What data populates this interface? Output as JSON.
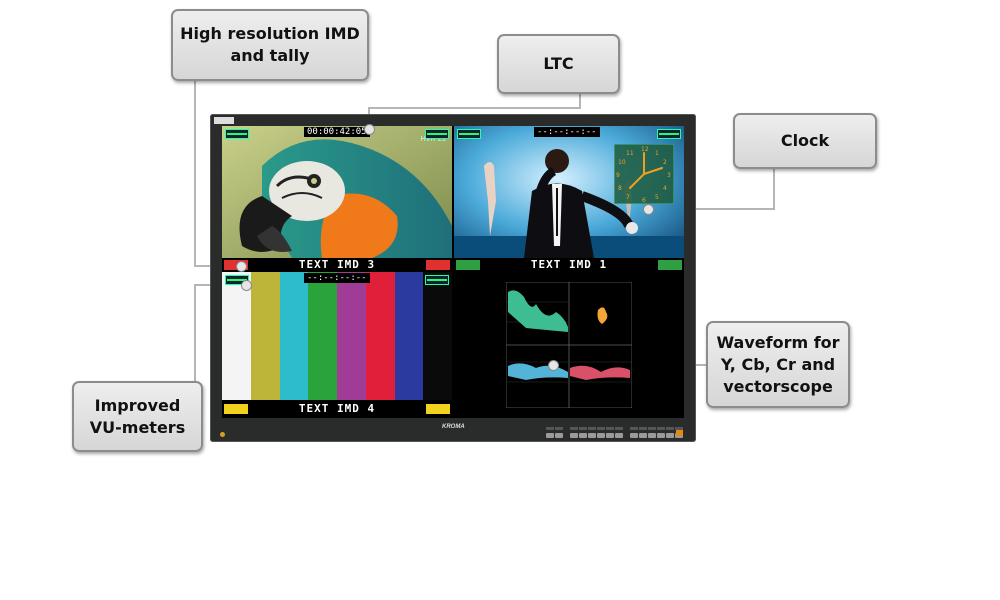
{
  "callouts": {
    "imd": "High resolution IMD\nand tally",
    "ltc": "LTC",
    "clock": "Clock",
    "waveform": "Waveform for\nY, Cb, Cr and\nvectorscope",
    "vu": "Improved\nVU-meters"
  },
  "monitor": {
    "brand": "KROMA",
    "quads": {
      "top_left": {
        "timecode": "00:00:42:05",
        "label": "TEXT IMD 3",
        "tally_left": "#e03030",
        "tally_right": "#e03030",
        "corner_text": "HVR-Z1"
      },
      "top_right": {
        "timecode": "--:--:--:--",
        "label": "TEXT IMD 1",
        "tally_left": "#2ea043",
        "tally_right": "#2ea043"
      },
      "bottom_left": {
        "timecode": "--:--:--:--",
        "label": "TEXT IMD 4",
        "tally_left": "#f2d21c",
        "tally_right": "#f2d21c"
      },
      "bottom_right": {
        "label": ""
      }
    },
    "colorbars": [
      "#f4f4f4",
      "#bdb43a",
      "#2cbccc",
      "#2aa43a",
      "#a03c96",
      "#e0203a",
      "#2a3a9e",
      "#0a0a0a"
    ]
  }
}
